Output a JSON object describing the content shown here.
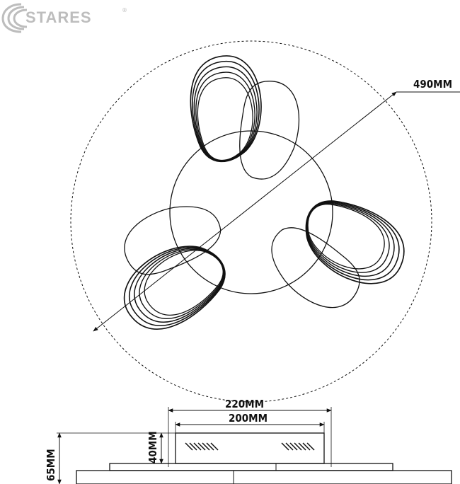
{
  "brand": {
    "name": "STARES",
    "registered": "®",
    "logo_color": "#bdbdbd"
  },
  "dimensions": {
    "diameter": "490MM",
    "outer_width": "220MM",
    "inner_width": "200MM",
    "total_height": "65MM",
    "body_height": "40MM"
  },
  "colors": {
    "line": "#111111",
    "background": "#ffffff"
  }
}
